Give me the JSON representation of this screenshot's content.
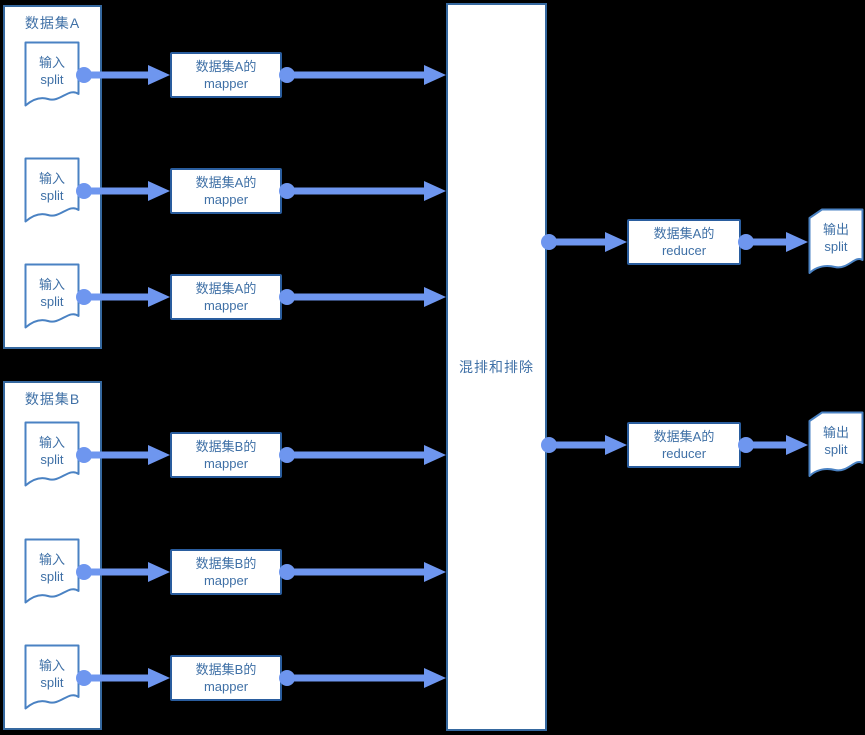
{
  "diagram": {
    "colors": {
      "background": "#000000",
      "box_fill": "#ffffff",
      "arrow": "#6e96ef",
      "box_border": "#2a5d9e",
      "container_border": "#35689f",
      "doc_border": "#4a82c3",
      "text": "#3f70a6"
    },
    "dataset_a": {
      "label": "数据集A",
      "split_label": "输入\nsplit",
      "mapper_label": "数据集A的\nmapper",
      "split_count": 3
    },
    "dataset_b": {
      "label": "数据集B",
      "split_label": "输入\nsplit",
      "mapper_label": "数据集B的\nmapper",
      "split_count": 3
    },
    "shuffle": {
      "label": "混排和排除"
    },
    "reducers": {
      "top_label": "数据集A的\nreducer",
      "bottom_label": "数据集A的\nreducer"
    },
    "outputs": {
      "split_label": "输出\nsplit",
      "count": 2
    }
  }
}
